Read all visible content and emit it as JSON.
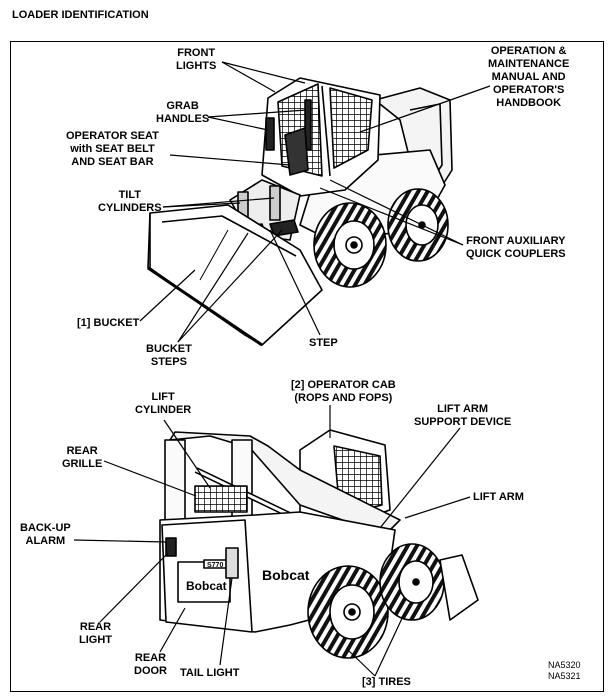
{
  "page_title": "LOADER IDENTIFICATION",
  "labels": {
    "front_lights": [
      "FRONT",
      "LIGHTS"
    ],
    "grab_handles": [
      "GRAB",
      "HANDLES"
    ],
    "operator_seat": [
      "OPERATOR SEAT",
      "with SEAT BELT",
      "AND SEAT BAR"
    ],
    "tilt_cylinders": [
      "TILT",
      "CYLINDERS"
    ],
    "bucket": "[1] BUCKET",
    "bucket_steps": [
      "BUCKET",
      "STEPS"
    ],
    "step": "STEP",
    "manual": [
      "OPERATION &",
      "MAINTENANCE",
      "MANUAL AND",
      "OPERATOR'S",
      "HANDBOOK"
    ],
    "front_aux": [
      "FRONT AUXILIARY",
      "QUICK COUPLERS"
    ],
    "lift_cylinder": [
      "LIFT",
      "CYLINDER"
    ],
    "operator_cab": [
      "[2] OPERATOR CAB",
      "(ROPS AND FOPS)"
    ],
    "lift_arm_support": [
      "LIFT ARM",
      "SUPPORT DEVICE"
    ],
    "rear_grille": [
      "REAR",
      "GRILLE"
    ],
    "lift_arm": "LIFT ARM",
    "backup_alarm": [
      "BACK-UP",
      "ALARM"
    ],
    "rear_light": [
      "REAR",
      "LIGHT"
    ],
    "rear_door": [
      "REAR",
      "DOOR"
    ],
    "tail_light": "TAIL LIGHT",
    "tires": "[3] TIRES"
  },
  "machine_text": {
    "brand": "Bobcat",
    "model": "S770"
  },
  "figure_codes": [
    "NA5320",
    "NA5321"
  ]
}
